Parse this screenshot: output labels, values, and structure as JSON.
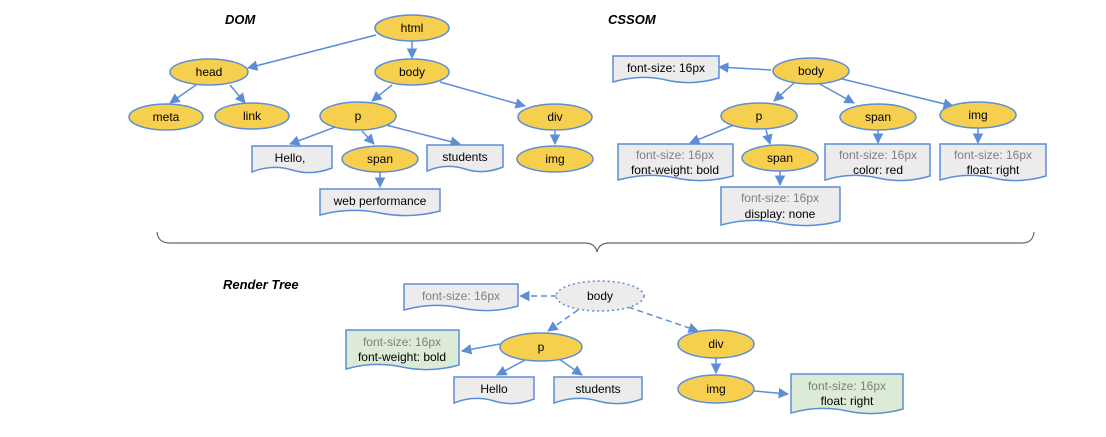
{
  "titles": {
    "dom": "DOM",
    "cssom": "CSSOM",
    "render_tree": "Render Tree"
  },
  "dom": {
    "html": "html",
    "head": "head",
    "body": "body",
    "meta": "meta",
    "link": "link",
    "p": "p",
    "div": "div",
    "hello": "Hello,",
    "span": "span",
    "students": "students",
    "img": "img",
    "web_performance": "web performance"
  },
  "cssom": {
    "body": "body",
    "body_style": "font-size: 16px",
    "p": "p",
    "span": "span",
    "img": "img",
    "p_style_1": "font-size: 16px",
    "p_style_2": "font-weight: bold",
    "p_span": "span",
    "span_style_1": "font-size: 16px",
    "span_style_2": "color: red",
    "img_style_1": "font-size: 16px",
    "img_style_2": "float: right",
    "p_span_style_1": "font-size: 16px",
    "p_span_style_2": "display: none"
  },
  "render": {
    "body": "body",
    "body_style": "font-size: 16px",
    "p": "p",
    "div": "div",
    "p_style_1": "font-size: 16px",
    "p_style_2": "font-weight: bold",
    "hello": "Hello",
    "students": "students",
    "img": "img",
    "img_style_1": "font-size: 16px",
    "img_style_2": "float: right"
  },
  "colors": {
    "node_fill": "#f7cf4f",
    "node_stroke": "#5b8ed6",
    "doc_fill": "#ececec",
    "render_style_fill": "#dcebd6"
  }
}
